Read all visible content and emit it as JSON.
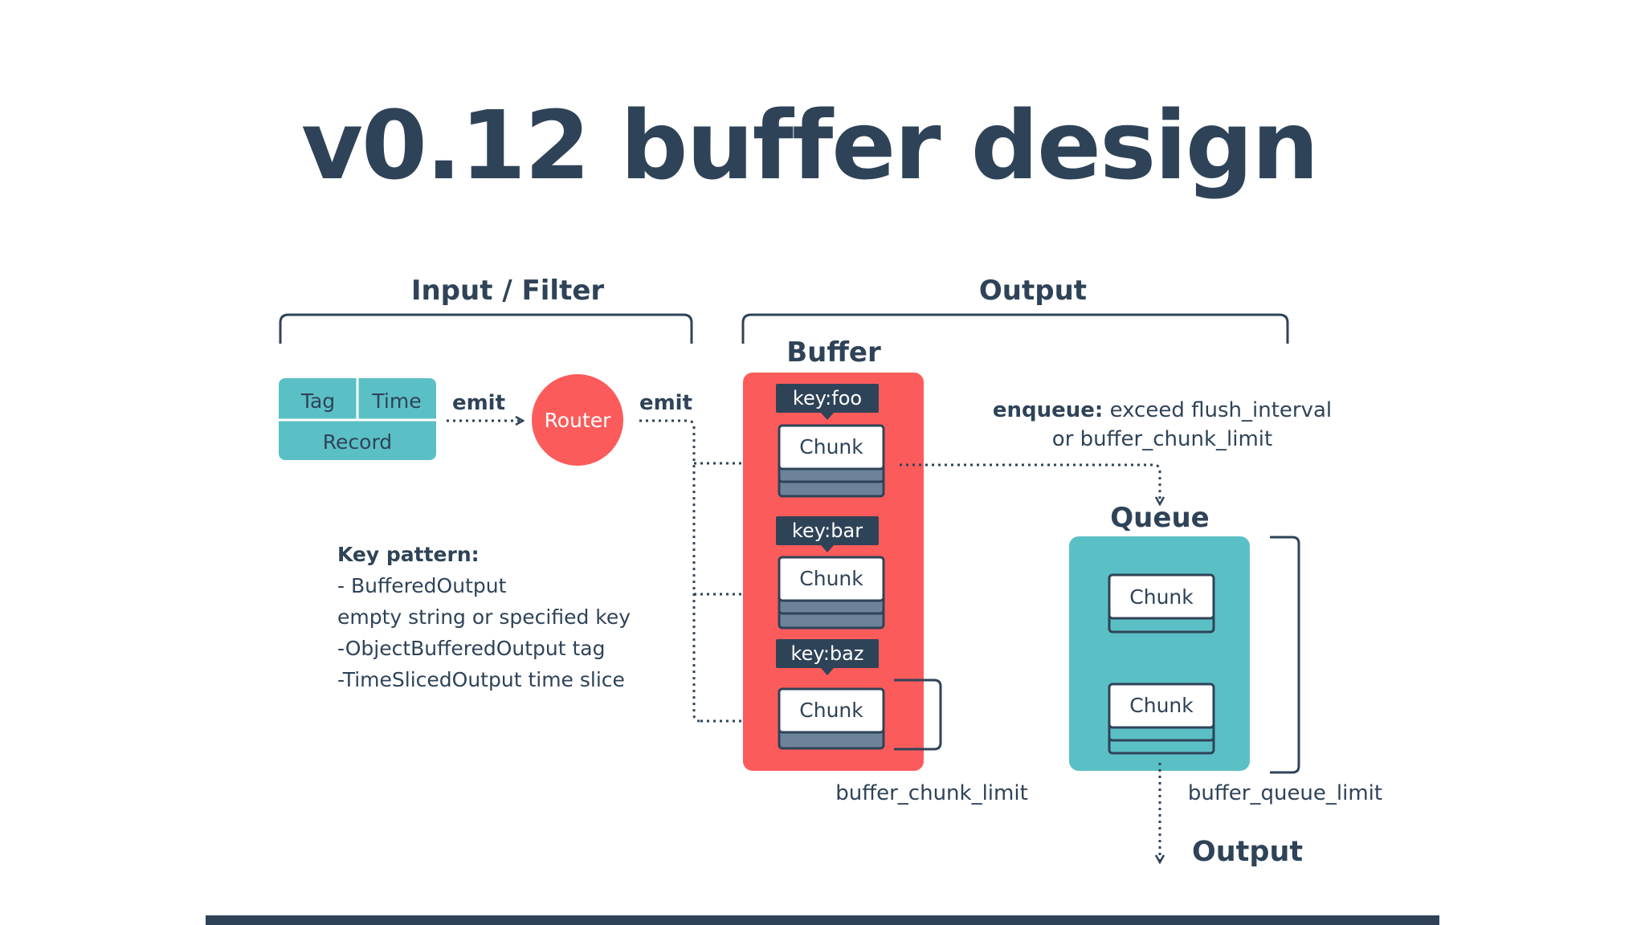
{
  "slide": {
    "title": "v0.12 buffer design"
  },
  "diagram": {
    "sections": {
      "input_filter": "Input / Filter",
      "output": "Output"
    },
    "record_box": {
      "tag": "Tag",
      "time": "Time",
      "record": "Record"
    },
    "emit_label_1": "emit",
    "emit_label_2": "emit",
    "router": "Router",
    "buffer_title": "Buffer",
    "keys": [
      "key:foo",
      "key:bar",
      "key:baz"
    ],
    "chunk_label": "Chunk",
    "enqueue": {
      "bold": "enqueue:",
      "line1_rest": " exceed flush_interval",
      "line2": "or buffer_chunk_limit"
    },
    "queue_title": "Queue",
    "buffer_chunk_limit": "buffer_chunk_limit",
    "buffer_queue_limit": "buffer_queue_limit",
    "final_output": "Output",
    "key_pattern": {
      "heading": "Key pattern:",
      "lines": [
        "- BufferedOutput",
        "empty string or specified key",
        "-ObjectBufferedOutput tag",
        "-TimeSlicedOutput time slice"
      ]
    },
    "colors": {
      "dark": "#2f4358",
      "teal": "#5bc0c6",
      "red": "#fc5b5b",
      "chunk_stack": "#6c8399"
    }
  }
}
